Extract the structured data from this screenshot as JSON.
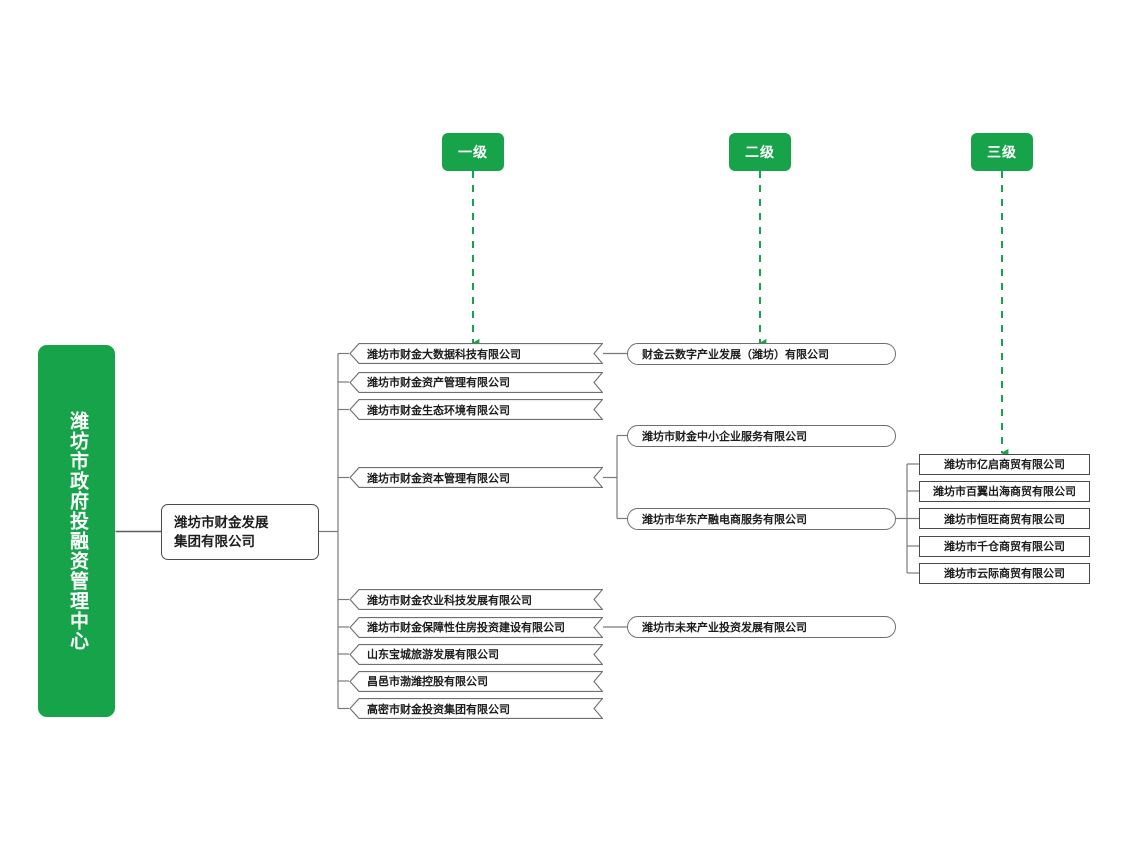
{
  "diagram": {
    "title_chars": "潍坊市政府投融资管理中心",
    "accent_color": "#16a34a",
    "line_color": "#7a7a7a",
    "root": {
      "label": "潍坊市政府投融资管理中心"
    },
    "group": {
      "label_line1": "潍坊市财金发展",
      "label_line2": "集团有限公司"
    },
    "level_badges": [
      {
        "label": "一级"
      },
      {
        "label": "二级"
      },
      {
        "label": "三级"
      }
    ],
    "level1": [
      {
        "label": "潍坊市财金大数据科技有限公司"
      },
      {
        "label": "潍坊市财金资产管理有限公司"
      },
      {
        "label": "潍坊市财金生态环境有限公司"
      },
      {
        "label": "潍坊市财金资本管理有限公司"
      },
      {
        "label": "潍坊市财金农业科技发展有限公司"
      },
      {
        "label": "潍坊市财金保障性住房投资建设有限公司"
      },
      {
        "label": "山东宝城旅游发展有限公司"
      },
      {
        "label": "昌邑市渤潍控股有限公司"
      },
      {
        "label": "高密市财金投资集团有限公司"
      }
    ],
    "level2": [
      {
        "label": "财金云数字产业发展（潍坊）有限公司"
      },
      {
        "label": "潍坊市财金中小企业服务有限公司"
      },
      {
        "label": "潍坊市华东产融电商服务有限公司"
      },
      {
        "label": "潍坊市未来产业投资发展有限公司"
      }
    ],
    "level3": [
      {
        "label": "潍坊市亿启商贸有限公司"
      },
      {
        "label": "潍坊市百翼出海商贸有限公司"
      },
      {
        "label": "潍坊市恒旺商贸有限公司"
      },
      {
        "label": "潍坊市千仓商贸有限公司"
      },
      {
        "label": "潍坊市云际商贸有限公司"
      }
    ]
  }
}
